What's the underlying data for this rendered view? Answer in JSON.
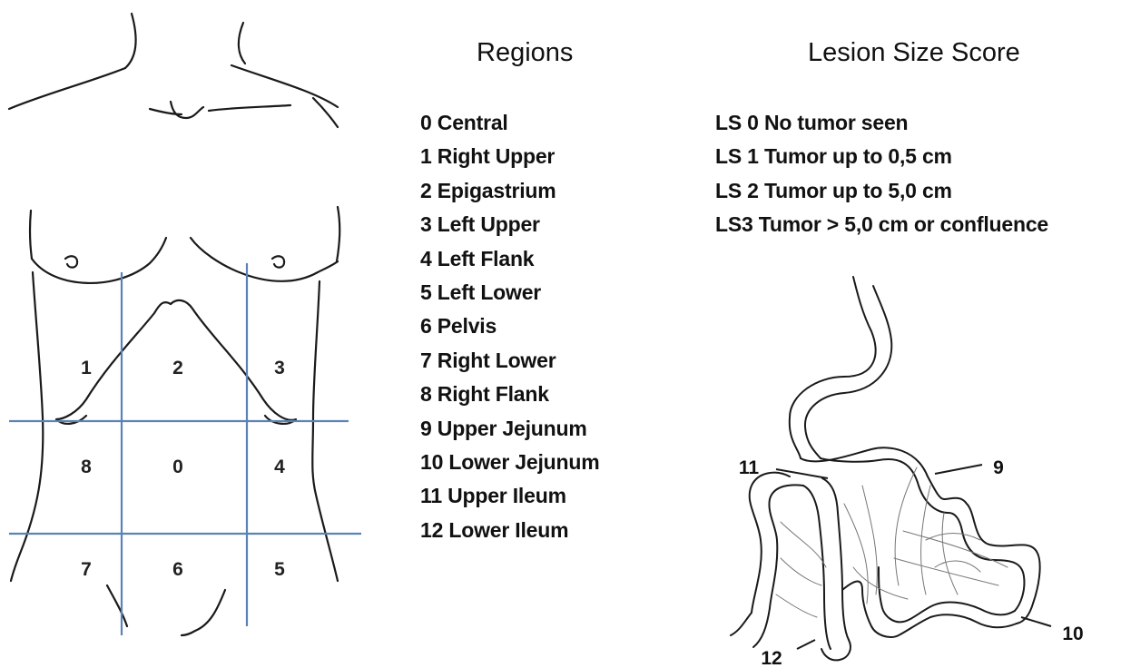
{
  "regions": {
    "title": "Regions",
    "items": [
      "0 Central",
      "1 Right Upper",
      "2 Epigastrium",
      "3 Left Upper",
      "4 Left Flank",
      "5 Left Lower",
      "6 Pelvis",
      "7 Right Lower",
      "8 Right Flank",
      "9 Upper Jejunum",
      "10 Lower Jejunum",
      "11 Upper Ileum",
      "12 Lower Ileum"
    ]
  },
  "lesion_size_score": {
    "title": "Lesion Size Score",
    "items": [
      "LS 0 No tumor seen",
      "LS 1 Tumor up to 0,5 cm",
      "LS 2 Tumor up to 5,0 cm",
      "LS3 Tumor > 5,0 cm or confluence"
    ]
  },
  "torso_labels": [
    "1",
    "2",
    "3",
    "8",
    "0",
    "4",
    "7",
    "6",
    "5"
  ],
  "bowel_labels": [
    "11",
    "9",
    "12",
    "10"
  ],
  "colors": {
    "grid_lines": "#5a82b4",
    "outline": "#1a1a1a",
    "text": "#111111"
  }
}
